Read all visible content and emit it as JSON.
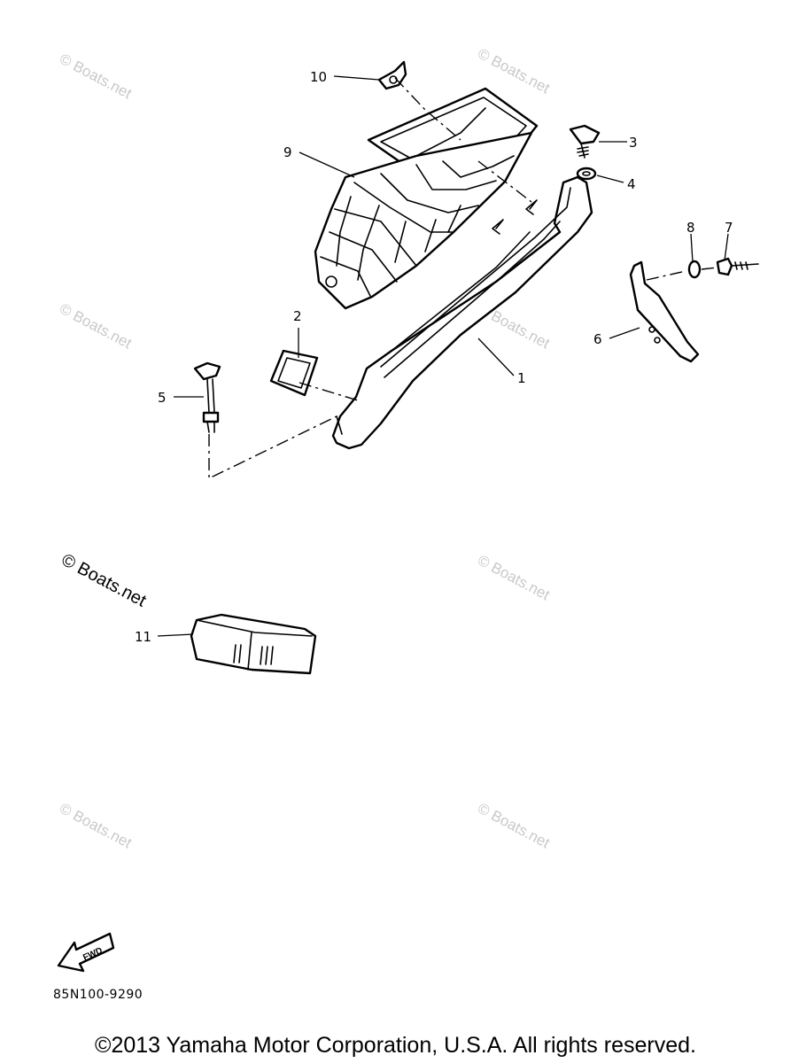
{
  "callouts": [
    {
      "id": "1",
      "text": "1"
    },
    {
      "id": "2",
      "text": "2"
    },
    {
      "id": "3",
      "text": "3"
    },
    {
      "id": "4",
      "text": "4"
    },
    {
      "id": "5",
      "text": "5"
    },
    {
      "id": "6",
      "text": "6"
    },
    {
      "id": "7",
      "text": "7"
    },
    {
      "id": "8",
      "text": "8"
    },
    {
      "id": "9",
      "text": "9"
    },
    {
      "id": "10",
      "text": "10"
    },
    {
      "id": "11",
      "text": "11"
    }
  ],
  "watermark": "© Boats.net",
  "fwd_label": "FWD",
  "part_number": "85N100-9290",
  "copyright": "©2013 Yamaha Motor Corporation, U.S.A. All rights reserved."
}
